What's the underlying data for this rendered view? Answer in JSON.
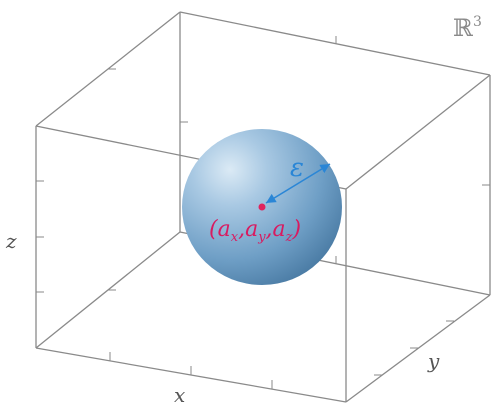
{
  "space": {
    "symbol": "ℝ",
    "exponent": "3"
  },
  "axes": {
    "x": "x",
    "y": "y",
    "z": "z"
  },
  "radius": {
    "label": "ε"
  },
  "center": {
    "open": "(",
    "a1": "a",
    "s1": "x",
    "comma1": ",",
    "a2": "a",
    "s2": "y",
    "comma2": ",",
    "a3": "a",
    "s3": "z",
    "close": ")"
  },
  "colors": {
    "box_edges": "#8a8a8a",
    "sphere_light": "#cfe3f2",
    "sphere_mid": "#79aad0",
    "sphere_dark": "#4d7fa8",
    "radius_arrow": "#2a86d6",
    "center_point": "#e0245e",
    "center_label": "#d81b60"
  }
}
